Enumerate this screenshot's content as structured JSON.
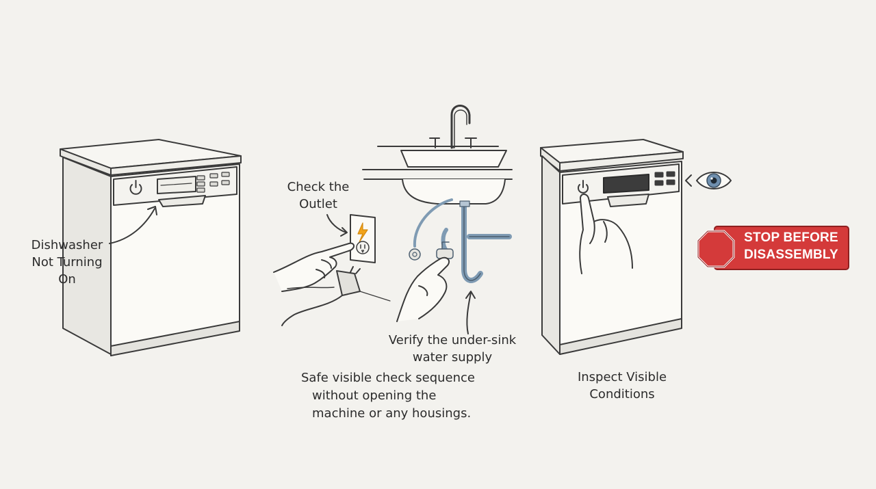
{
  "labels": {
    "dishwasher_problem": [
      "Dishwasher",
      "Not Turning",
      "On"
    ],
    "check_outlet": [
      "Check the",
      "Outlet"
    ],
    "verify_supply": [
      "Verify the under-sink",
      "water supply"
    ],
    "safe_sequence": [
      "Safe visible check sequence",
      "without opening the",
      "machine or any housings."
    ],
    "inspect_conditions": [
      "Inspect Visible",
      "Conditions"
    ],
    "stop_sign": [
      "STOP BEFORE",
      "DISASSEMBLY"
    ]
  },
  "colors": {
    "background": "#f3f2ee",
    "line": "#3a3a3a",
    "pipe_blue": "#7f9bb3",
    "stop_red": "#d43a3a",
    "bolt_orange": "#f2a41b"
  },
  "icons": [
    "power-icon",
    "lightning-bolt-icon",
    "eye-icon",
    "stop-octagon-icon"
  ]
}
